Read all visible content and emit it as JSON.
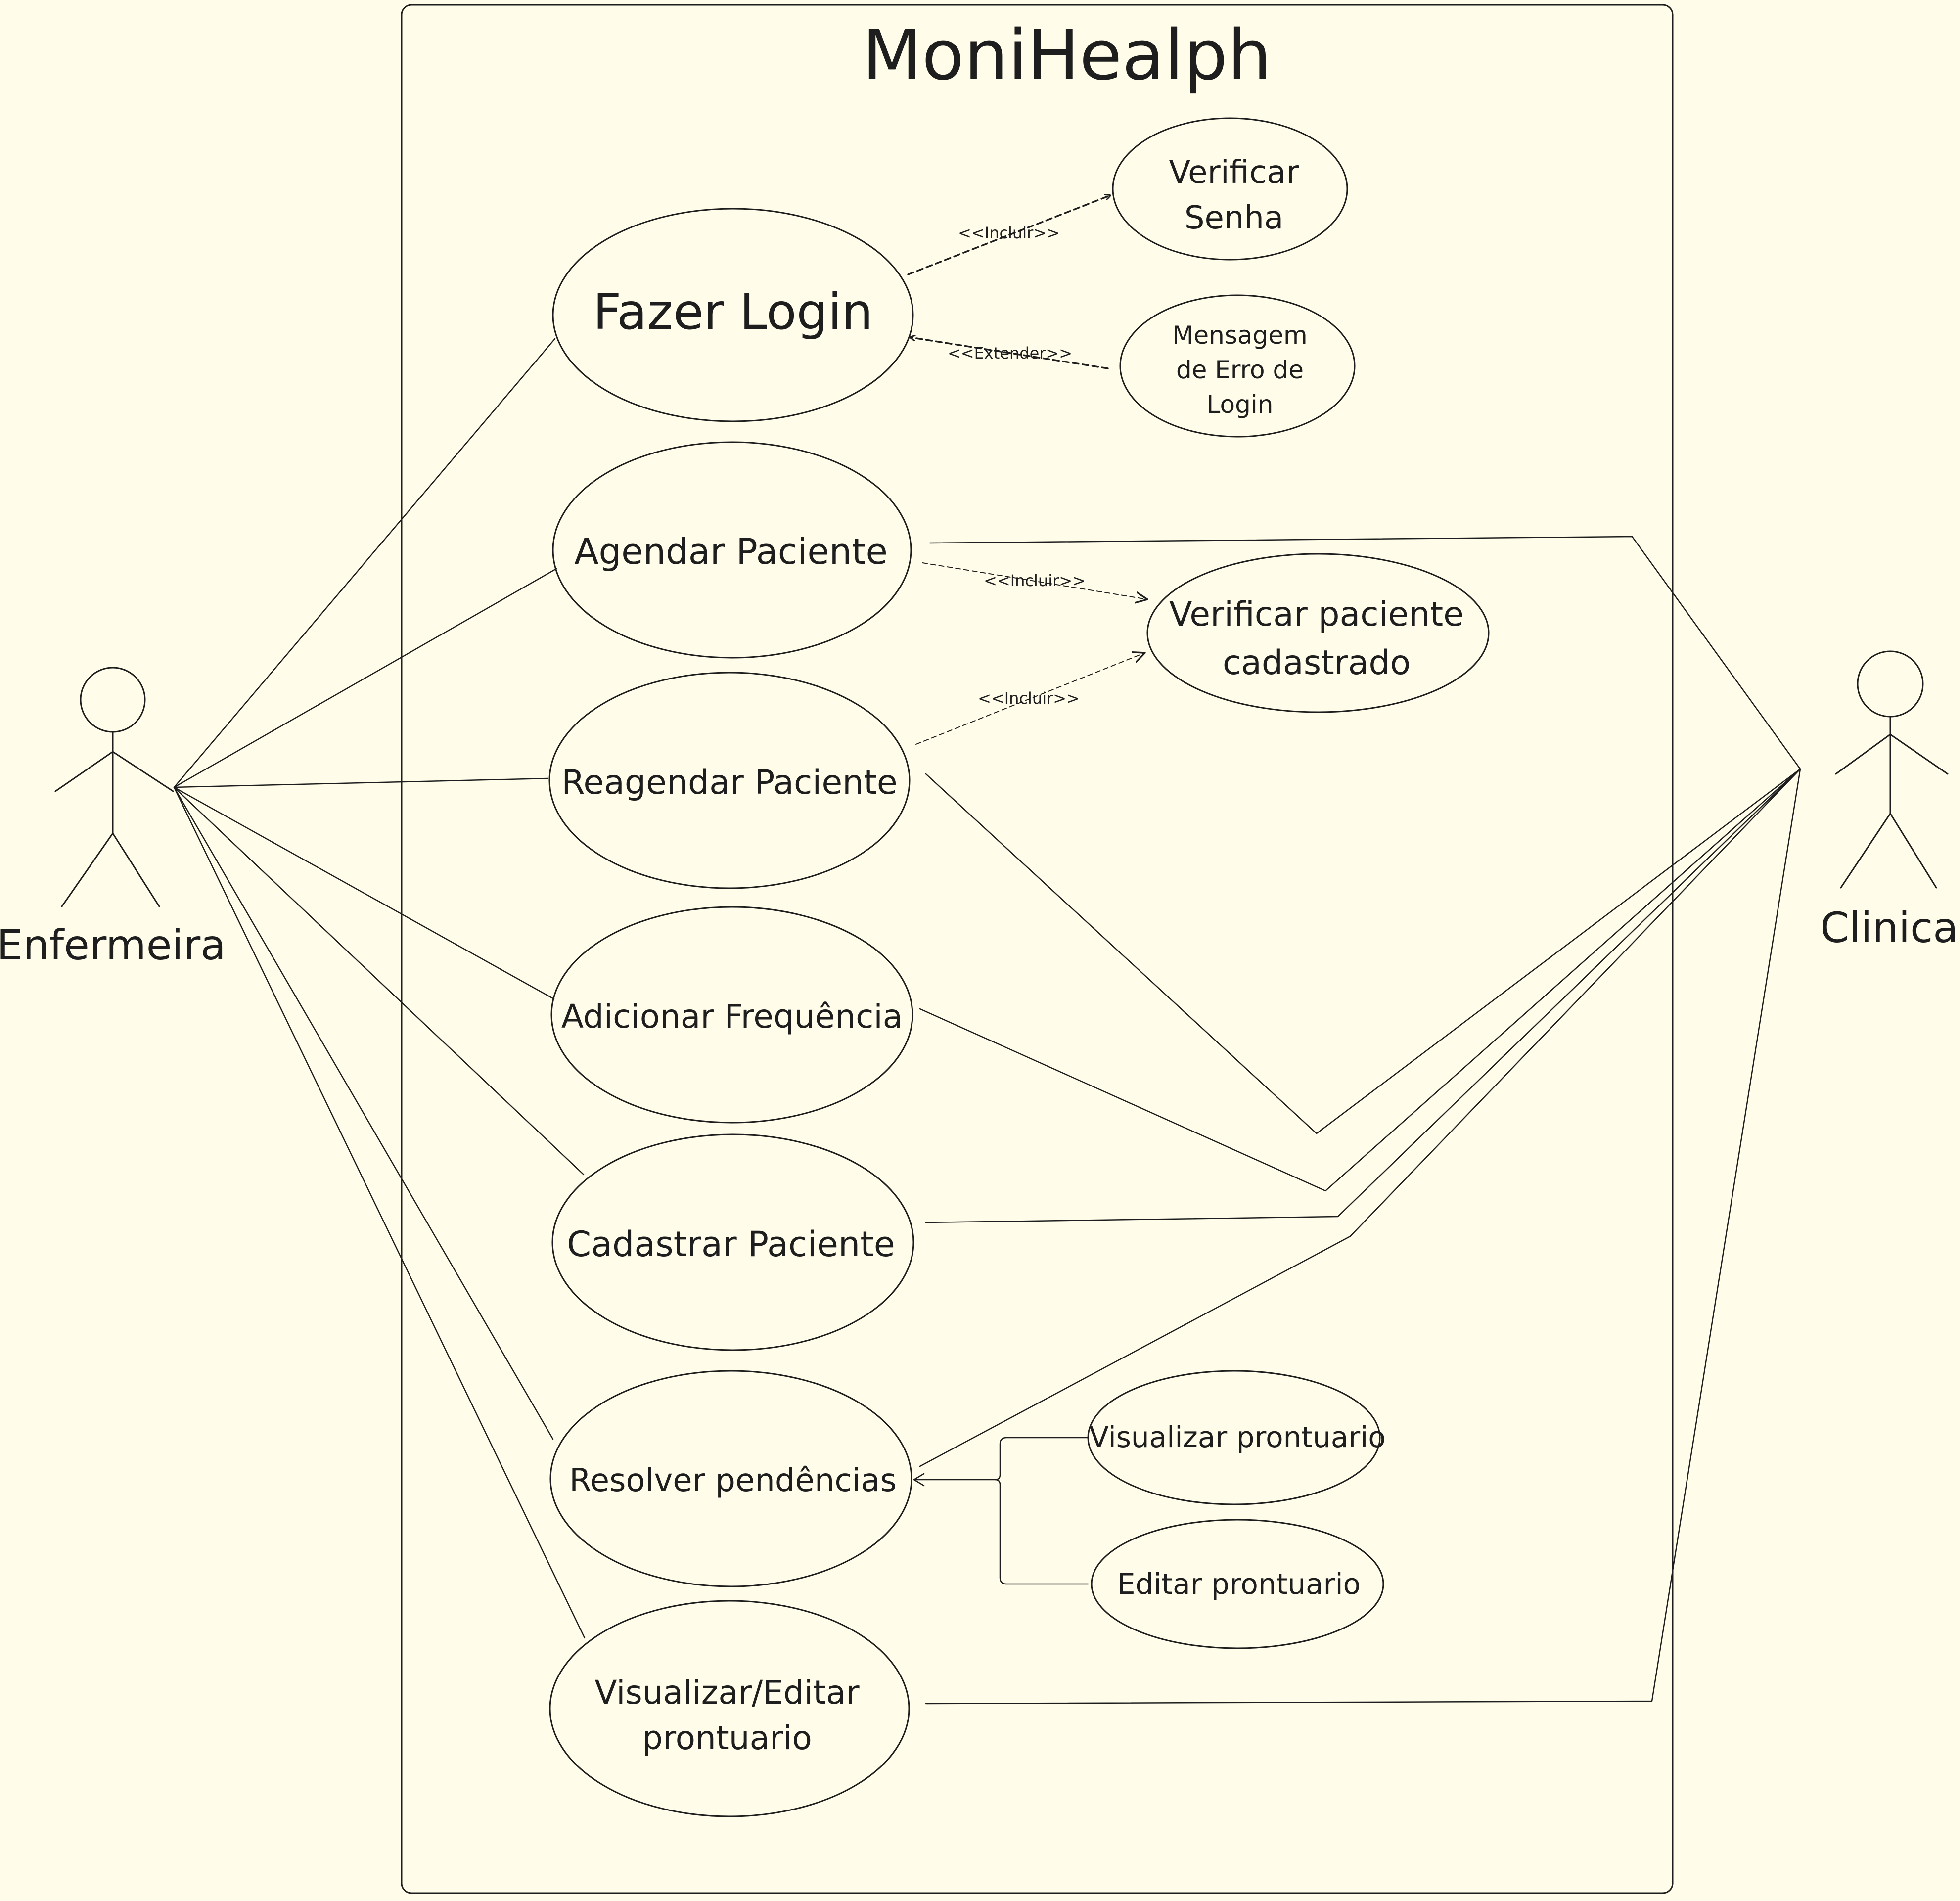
{
  "system": {
    "title": "MoniHealph"
  },
  "actors": {
    "nurse": {
      "label": "Enfermeira"
    },
    "clinic": {
      "label": "Clinica"
    }
  },
  "use_cases": {
    "login": [
      "Fazer Login"
    ],
    "verify_password": [
      "Verificar",
      "Senha"
    ],
    "login_error": [
      "Mensagem",
      "de Erro de",
      "Login"
    ],
    "schedule": [
      "Agendar Paciente"
    ],
    "verify_patient": [
      "Verificar paciente",
      "cadastrado"
    ],
    "reschedule": [
      "Reagendar Paciente"
    ],
    "add_frequency": [
      "Adicionar Frequência"
    ],
    "register": [
      "Cadastrar Paciente"
    ],
    "resolve": [
      "Resolver pendências"
    ],
    "view_record": [
      "Visualizar prontuario"
    ],
    "edit_record": [
      "Editar prontuario"
    ],
    "view_edit_record": [
      "Visualizar/Editar",
      "prontuario"
    ]
  },
  "relations": {
    "include_1": "<<Incluir>>",
    "extend_1": "<<Extender>>",
    "include_2": "<<Incluir>>",
    "include_3": "<<Incluir>>"
  },
  "colors": {
    "background": "#fffdea",
    "stroke": "#1e1e1e"
  }
}
